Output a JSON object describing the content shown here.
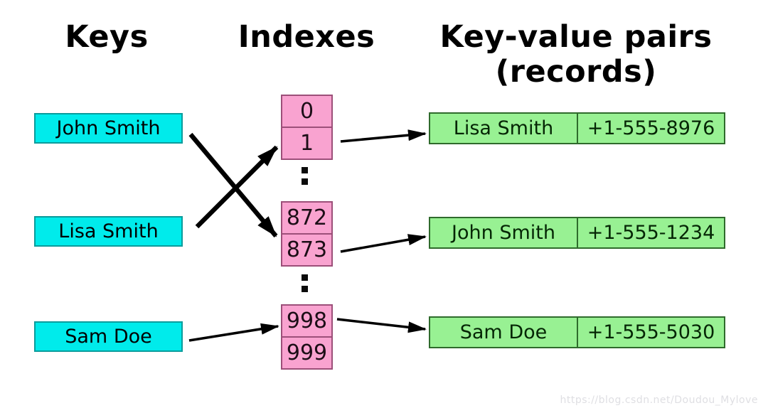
{
  "diagram": "hash-table",
  "colors": {
    "heading": "#000000",
    "key-fill": "#00ebeb",
    "key-border": "#0a9c9c",
    "index-fill": "#f9a3d0",
    "index-border": "#9c4f79",
    "record-fill": "#98f193",
    "record-border": "#2f6b2c",
    "arrow": "#000000",
    "watermark": "#dfdfe3"
  },
  "headings": {
    "keys": "Keys",
    "indexes": "Indexes",
    "records_line1": "Key-value pairs",
    "records_line2": "(records)"
  },
  "keys": {
    "items": [
      {
        "label": "John Smith"
      },
      {
        "label": "Lisa Smith"
      },
      {
        "label": "Sam Doe"
      }
    ]
  },
  "indexes": {
    "groups": [
      {
        "cells": [
          "0",
          "1"
        ]
      },
      {
        "cells": [
          "872",
          "873"
        ]
      },
      {
        "cells": [
          "998",
          "999"
        ]
      }
    ]
  },
  "records": {
    "rows": [
      {
        "name": "Lisa Smith",
        "phone": "+1-555-8976"
      },
      {
        "name": "John Smith",
        "phone": "+1-555-1234"
      },
      {
        "name": "Sam Doe",
        "phone": "+1-555-5030"
      }
    ]
  },
  "mappings": [
    {
      "key": "John Smith",
      "index": "873",
      "record_name": "John Smith",
      "record_phone": "+1-555-1234"
    },
    {
      "key": "Lisa Smith",
      "index": "1",
      "record_name": "Lisa Smith",
      "record_phone": "+1-555-8976"
    },
    {
      "key": "Sam Doe",
      "index": "998",
      "record_name": "Sam Doe",
      "record_phone": "+1-555-5030"
    }
  ],
  "watermark": {
    "text": "https://blog.csdn.net/Doudou_Mylove"
  }
}
